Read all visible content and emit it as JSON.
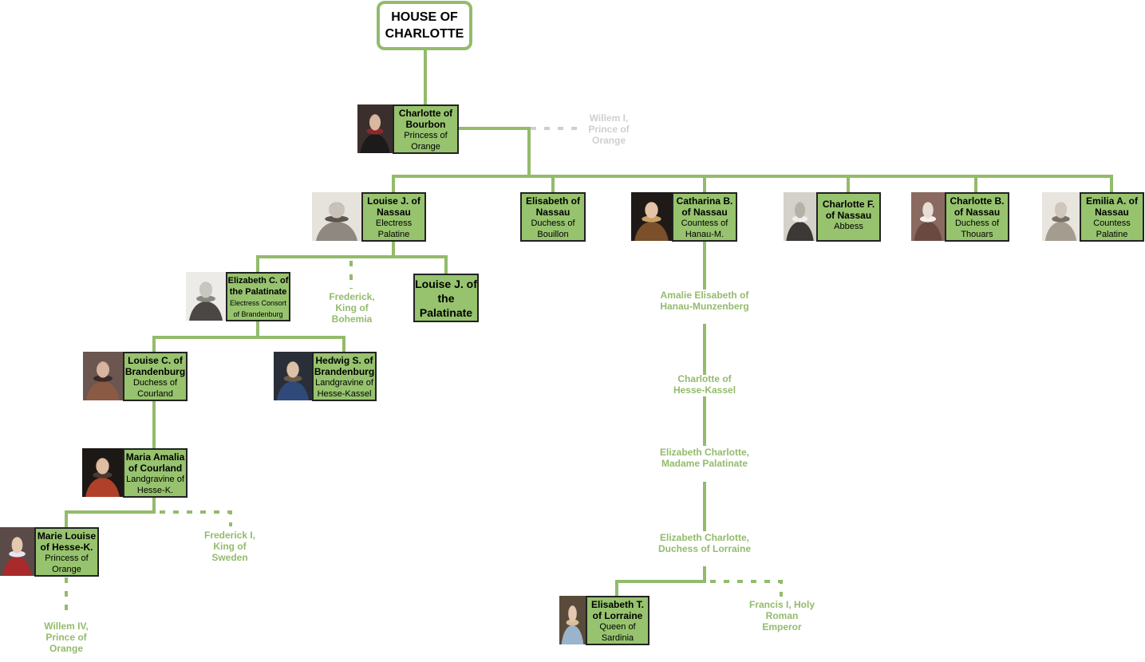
{
  "root": {
    "label": "HOUSE OF CHARLOTTE"
  },
  "colors": {
    "line": "#93bb6b",
    "box_fill": "#97c36e",
    "box_border": "#222222",
    "faded_spouse": "#cfcfcf"
  },
  "nodes": {
    "charlotte_bourbon": {
      "name": "Charlotte of Bourbon",
      "title": "Princess of Orange"
    },
    "louise_juliana": {
      "name": "Louise J. of Nassau",
      "title": "Electress Palatine"
    },
    "elisabeth_nassau": {
      "name": "Elisabeth of Nassau",
      "title": "Duchess of Bouillon"
    },
    "catharina_belgica": {
      "name": "Catharina B. of Nassau",
      "title": "Countess of Hanau-M."
    },
    "charlotte_flandrina": {
      "name": "Charlotte F. of Nassau",
      "title": "Abbess"
    },
    "charlotte_brabantina": {
      "name": "Charlotte B. of Nassau",
      "title": "Duchess of Thouars"
    },
    "emilia_antwerpiana": {
      "name": "Emilia A. of Nassau",
      "title": "Countess Palatine"
    },
    "elizabeth_charlotte_pal": {
      "name": "Elizabeth C. of the Palatinate",
      "title": "Electress Consort of Brandenburg"
    },
    "louise_juliana_pal": {
      "name": "Louise J. of the Palatinate",
      "title": ""
    },
    "louise_charlotte": {
      "name": "Louise C. of Brandenburg",
      "title": "Duchess of Courland"
    },
    "hedwig_sophie": {
      "name": "Hedwig S. of Brandenburg",
      "title": "Landgravine of Hesse-Kassel"
    },
    "maria_amalia": {
      "name": "Maria Amalia of Courland",
      "title": "Landgravine of Hesse-K."
    },
    "marie_louise": {
      "name": "Marie Louise of Hesse-K.",
      "title": "Princess of Orange"
    },
    "elisabeth_therese": {
      "name": "Elisabeth T. of Lorraine",
      "title": "Queen of Sardinia"
    }
  },
  "labels": {
    "willem_i": "Willem I, Prince of Orange",
    "frederick_bohemia": "Frederick, King of Bohemia",
    "frederick_sweden": "Frederick I, King of Sweden",
    "willem_iv": "Willem IV, Prince of Orange",
    "amalie_elisabeth": "Amalie Elisabeth of Hanau-Munzenberg",
    "charlotte_hesse": "Charlotte of Hesse-Kassel",
    "ec_madame": "Elizabeth Charlotte, Madame Palatinate",
    "ec_lorraine": "Elizabeth Charlotte, Duchess of Lorraine",
    "francis_i": "Francis I, Holy Roman Emperor"
  },
  "portraits": {
    "charlotte_bourbon": {
      "bg": "#3a2f2c",
      "face": "#d8b8a0",
      "body": "#1c1a1a",
      "accent": "#8a2a2a"
    },
    "louise_juliana": {
      "bg": "#e6e2dc",
      "face": "#c8c2b8",
      "body": "#8e8880",
      "accent": "#5a554e"
    },
    "catharina_belgica": {
      "bg": "#1f1a18",
      "face": "#e4c4a6",
      "body": "#7a4f2a",
      "accent": "#c9a064"
    },
    "charlotte_flandrina": {
      "bg": "#d4d0ca",
      "face": "#b7b0a6",
      "body": "#3b3835",
      "accent": "#f0eeea"
    },
    "charlotte_brabantina": {
      "bg": "#8a6a60",
      "face": "#e8dcd4",
      "body": "#6a4a40",
      "accent": "#f4efe9"
    },
    "emilia_antwerpiana": {
      "bg": "#e8e4de",
      "face": "#cfc7bd",
      "body": "#a59c90",
      "accent": "#7a7166"
    },
    "elizabeth_charlotte_pal": {
      "bg": "#ecebe8",
      "face": "#c9c6c0",
      "body": "#4a4744",
      "accent": "#8a8783"
    },
    "louise_charlotte": {
      "bg": "#6b5650",
      "face": "#d6b4a0",
      "body": "#8a5a45",
      "accent": "#3b2a25"
    },
    "hedwig_sophie": {
      "bg": "#2a2e38",
      "face": "#dcc0a8",
      "body": "#2f4a78",
      "accent": "#6a5a4a"
    },
    "maria_amalia": {
      "bg": "#1c1816",
      "face": "#e0bca0",
      "body": "#b0402a",
      "accent": "#4a3a30"
    },
    "marie_louise": {
      "bg": "#5a4a48",
      "face": "#e6c8b0",
      "body": "#a82a2a",
      "accent": "#e8e4f0"
    },
    "elisabeth_therese": {
      "bg": "#5a4a3a",
      "face": "#e4c8b0",
      "body": "#9ab4cc",
      "accent": "#d8c098"
    }
  }
}
